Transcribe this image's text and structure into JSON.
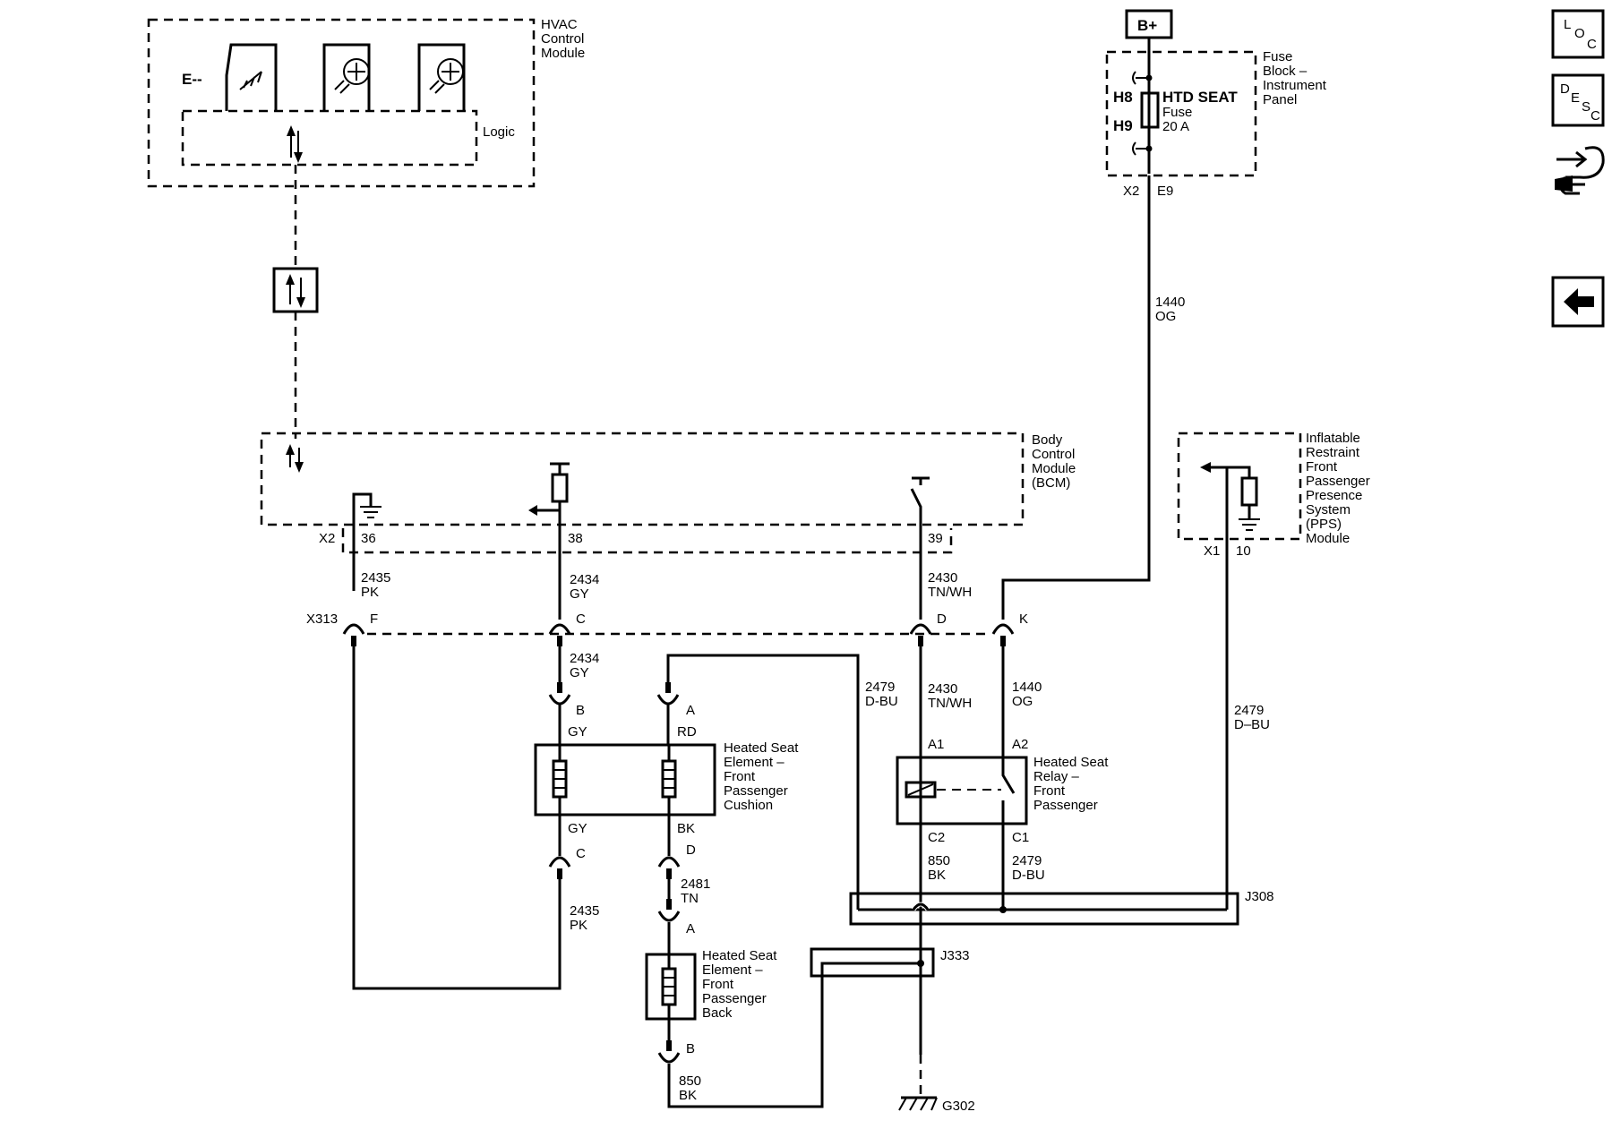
{
  "modules": {
    "hvac": [
      "HVAC",
      "Control",
      "Module"
    ],
    "hvac_logic": "Logic",
    "hvac_switch": "E--",
    "fuse_block": [
      "Fuse",
      "Block –",
      "Instrument",
      "Panel"
    ],
    "fuse_name": "HTD SEAT",
    "fuse_word": "Fuse",
    "fuse_rating": "20 A",
    "fuse_pin_top": "H8",
    "fuse_pin_bottom": "H9",
    "fuse_conn": "X2",
    "fuse_conn_pin": "E9",
    "battery": "B+",
    "bcm": [
      "Body",
      "Control",
      "Module",
      "(BCM)"
    ],
    "bcm_conn": "X2",
    "bcm_pins": [
      "36",
      "38",
      "39"
    ],
    "pps": [
      "Inflatable",
      "Restraint",
      "Front",
      "Passenger",
      "Presence",
      "System",
      "(PPS)",
      "Module"
    ],
    "pps_conn": "X1",
    "pps_pin": "10",
    "cushion": [
      "Heated Seat",
      "Element –",
      "Front",
      "Passenger",
      "Cushion"
    ],
    "back": [
      "Heated Seat",
      "Element –",
      "Front",
      "Passenger",
      "Back"
    ],
    "relay": [
      "Heated Seat",
      "Relay –",
      "Front",
      "Passenger"
    ],
    "relay_pins": [
      "A1",
      "A2",
      "C2",
      "C1"
    ]
  },
  "connectors": {
    "x313": "X313",
    "x313_pins": [
      "F",
      "C",
      "D",
      "K"
    ],
    "cushion_pins": [
      "B",
      "A",
      "C",
      "D"
    ],
    "back_pins": [
      "A",
      "B"
    ],
    "cushion_colors": [
      "GY",
      "RD",
      "GY",
      "BK"
    ],
    "j308": "J308",
    "j333": "J333",
    "ground": "G302"
  },
  "wires": {
    "w1440_top": [
      "1440",
      "OG"
    ],
    "w2435_top": [
      "2435",
      "PK"
    ],
    "w2434_top": [
      "2434",
      "GY"
    ],
    "w2430_top": [
      "2430",
      "TN/WH"
    ],
    "w2434_mid": [
      "2434",
      "GY"
    ],
    "w2479_left": [
      "2479",
      "D-BU"
    ],
    "w2430_mid": [
      "2430",
      "TN/WH"
    ],
    "w1440_mid": [
      "1440",
      "OG"
    ],
    "w2479_right": [
      "2479",
      "D–BU"
    ],
    "w850_relay": [
      "850",
      "BK"
    ],
    "w2479_relay": [
      "2479",
      "D-BU"
    ],
    "w2481": [
      "2481",
      "TN"
    ],
    "w2435_low": [
      "2435",
      "PK"
    ],
    "w850_back": [
      "850",
      "BK"
    ]
  },
  "nav": {
    "loc": [
      "L",
      "O",
      "C"
    ],
    "desc": [
      "D",
      "E",
      "S",
      "C"
    ],
    "connector_icon": "connector-icon",
    "back_icon": "back-arrow-icon"
  }
}
